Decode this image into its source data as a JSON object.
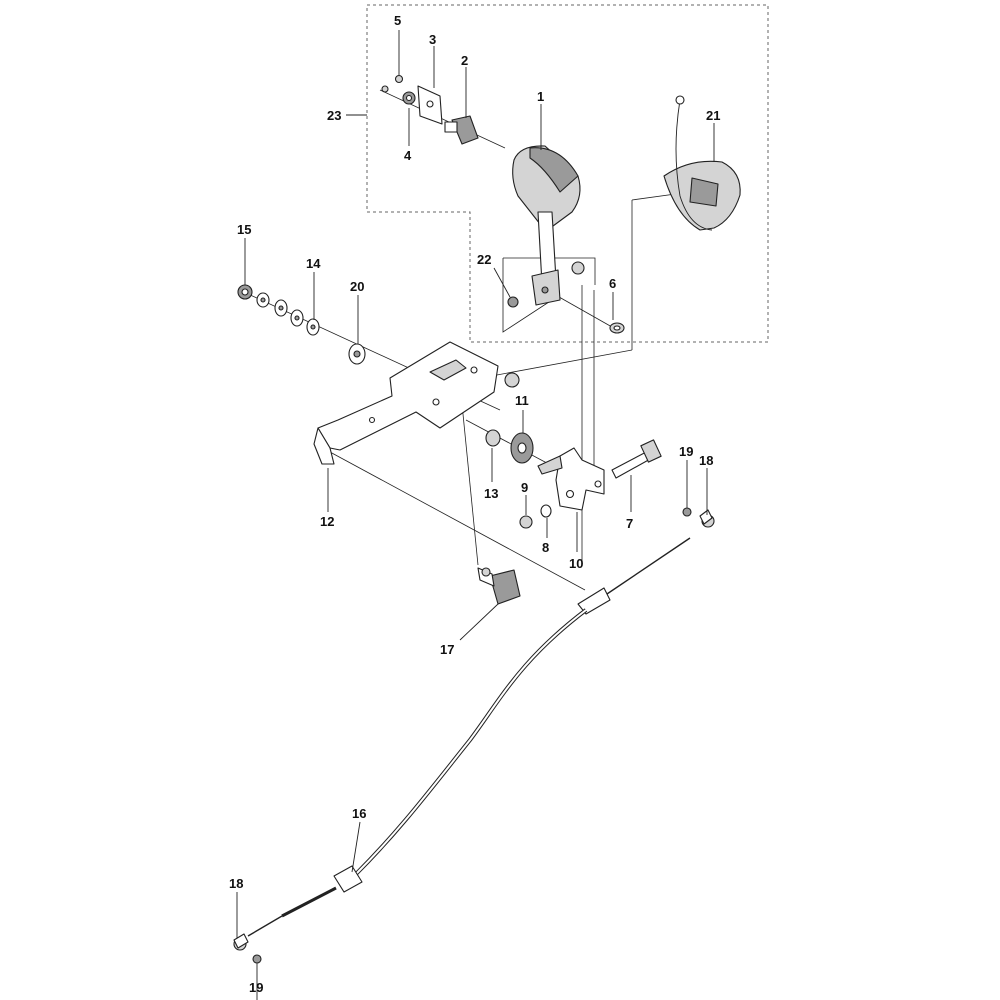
{
  "diagram": {
    "callouts": [
      {
        "id": "c1",
        "label": "1"
      },
      {
        "id": "c2",
        "label": "2"
      },
      {
        "id": "c3",
        "label": "3"
      },
      {
        "id": "c4",
        "label": "4"
      },
      {
        "id": "c5",
        "label": "5"
      },
      {
        "id": "c6",
        "label": "6"
      },
      {
        "id": "c7",
        "label": "7"
      },
      {
        "id": "c8",
        "label": "8"
      },
      {
        "id": "c9",
        "label": "9"
      },
      {
        "id": "c10",
        "label": "10"
      },
      {
        "id": "c11",
        "label": "11"
      },
      {
        "id": "c12",
        "label": "12"
      },
      {
        "id": "c13",
        "label": "13"
      },
      {
        "id": "c14",
        "label": "14"
      },
      {
        "id": "c15",
        "label": "15"
      },
      {
        "id": "c16",
        "label": "16"
      },
      {
        "id": "c17",
        "label": "17"
      },
      {
        "id": "c18a",
        "label": "18"
      },
      {
        "id": "c18b",
        "label": "18"
      },
      {
        "id": "c19a",
        "label": "19"
      },
      {
        "id": "c19b",
        "label": "19"
      },
      {
        "id": "c20",
        "label": "20"
      },
      {
        "id": "c21",
        "label": "21"
      },
      {
        "id": "c22",
        "label": "22"
      },
      {
        "id": "c23",
        "label": "23"
      }
    ],
    "colors": {
      "line": "#222222",
      "shade": "#9a9a9a",
      "background": "#ffffff"
    }
  }
}
